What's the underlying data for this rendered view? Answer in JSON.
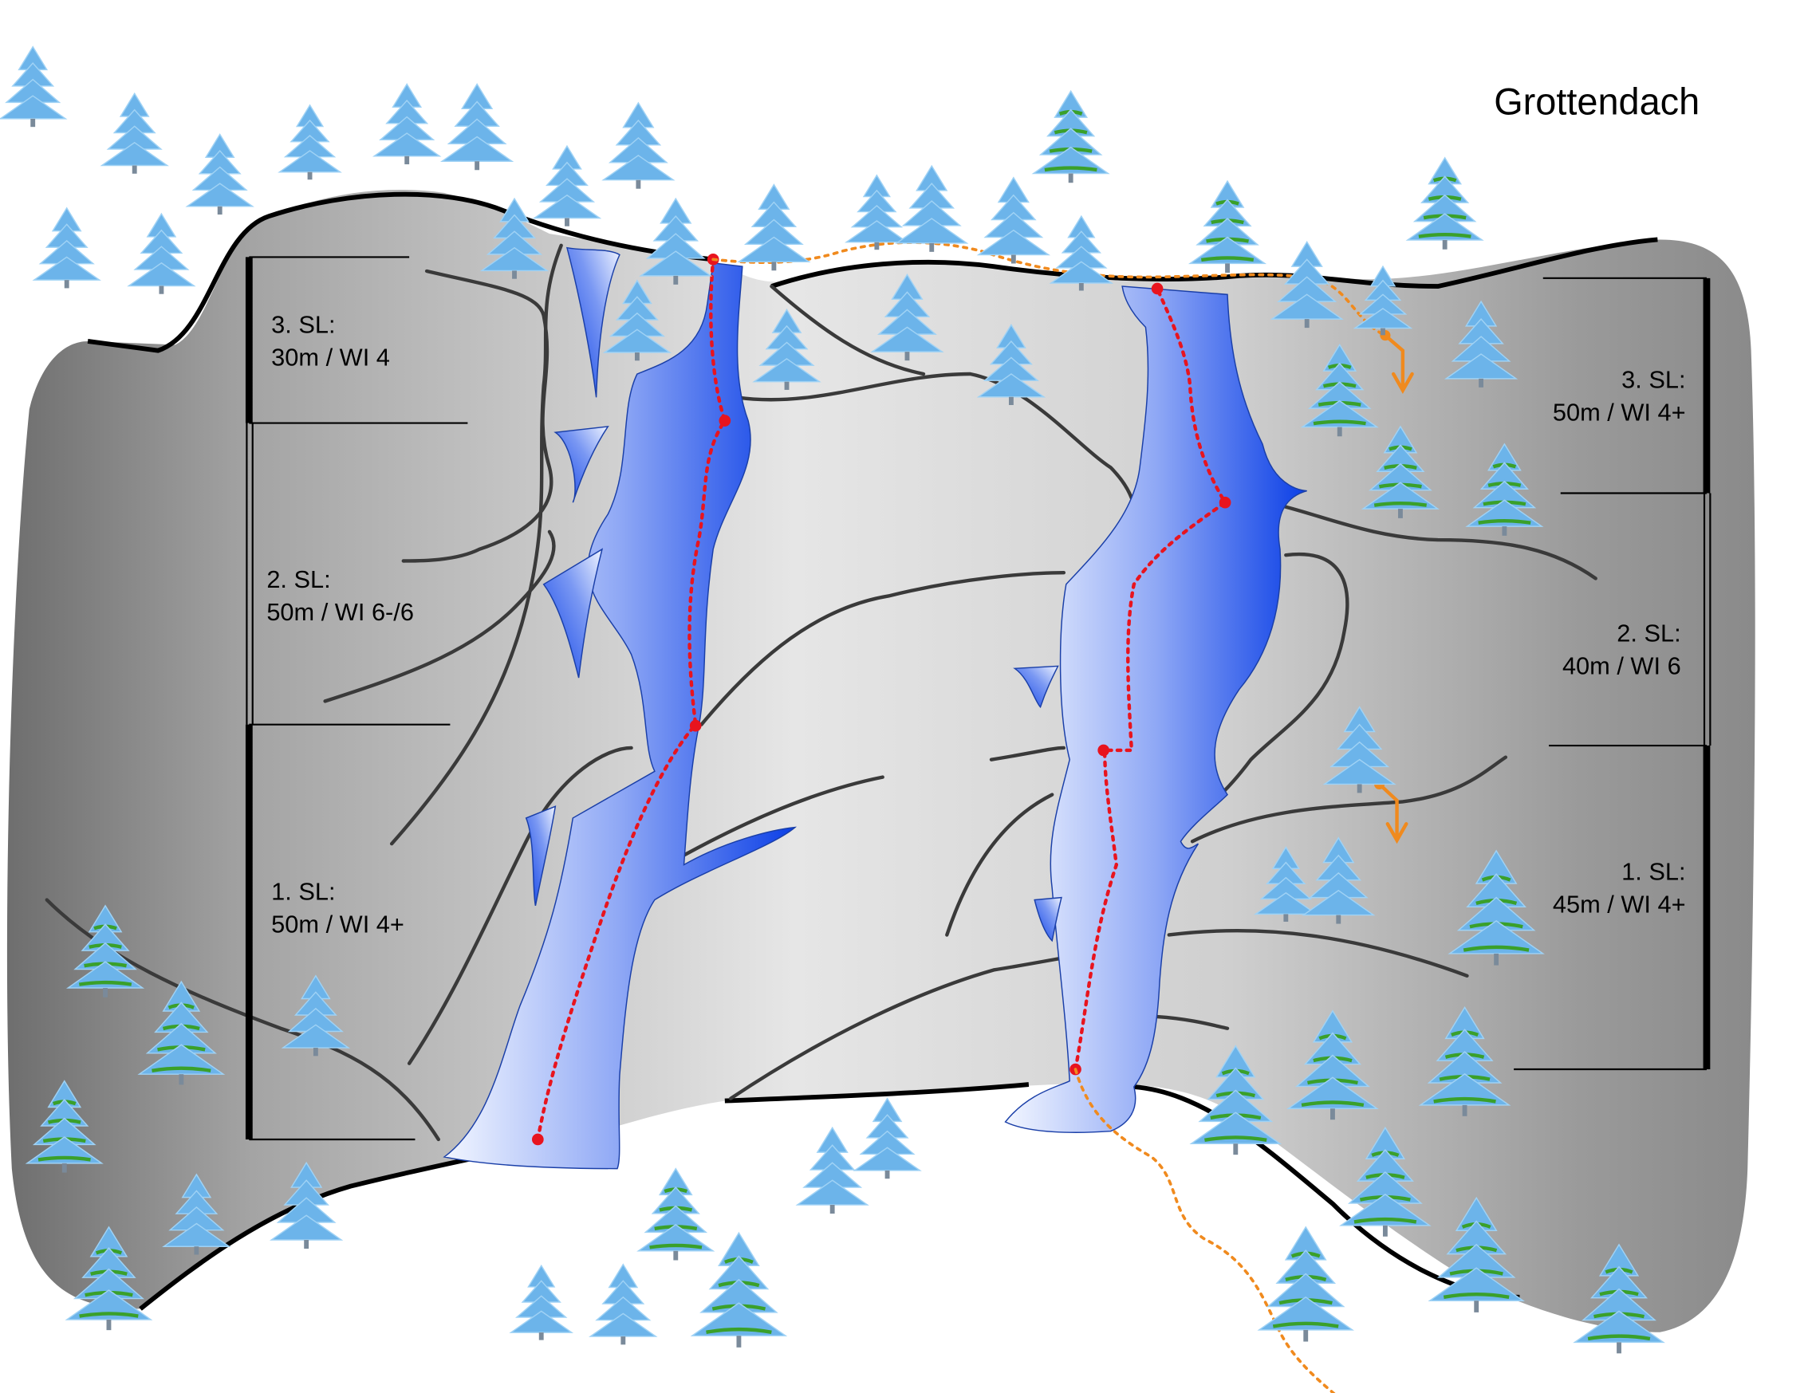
{
  "title": "Grottendach",
  "left_route": {
    "pitches": [
      {
        "name": "3. SL:",
        "detail": "30m / WI 4"
      },
      {
        "name": "2. SL:",
        "detail": "50m / WI 6-/6"
      },
      {
        "name": "1. SL:",
        "detail": "50m / WI 4+"
      }
    ]
  },
  "right_route": {
    "pitches": [
      {
        "name": "3. SL:",
        "detail": "50m / WI 4+"
      },
      {
        "name": "2. SL:",
        "detail": "40m / WI 6"
      },
      {
        "name": "1. SL:",
        "detail": "45m / WI 4+"
      }
    ]
  },
  "colors": {
    "route": "#e8141e",
    "approach": "#f08a1e",
    "ice": "#1a4ff0",
    "tree_blue": "#6cb4ea",
    "tree_green": "#3aa02a"
  }
}
